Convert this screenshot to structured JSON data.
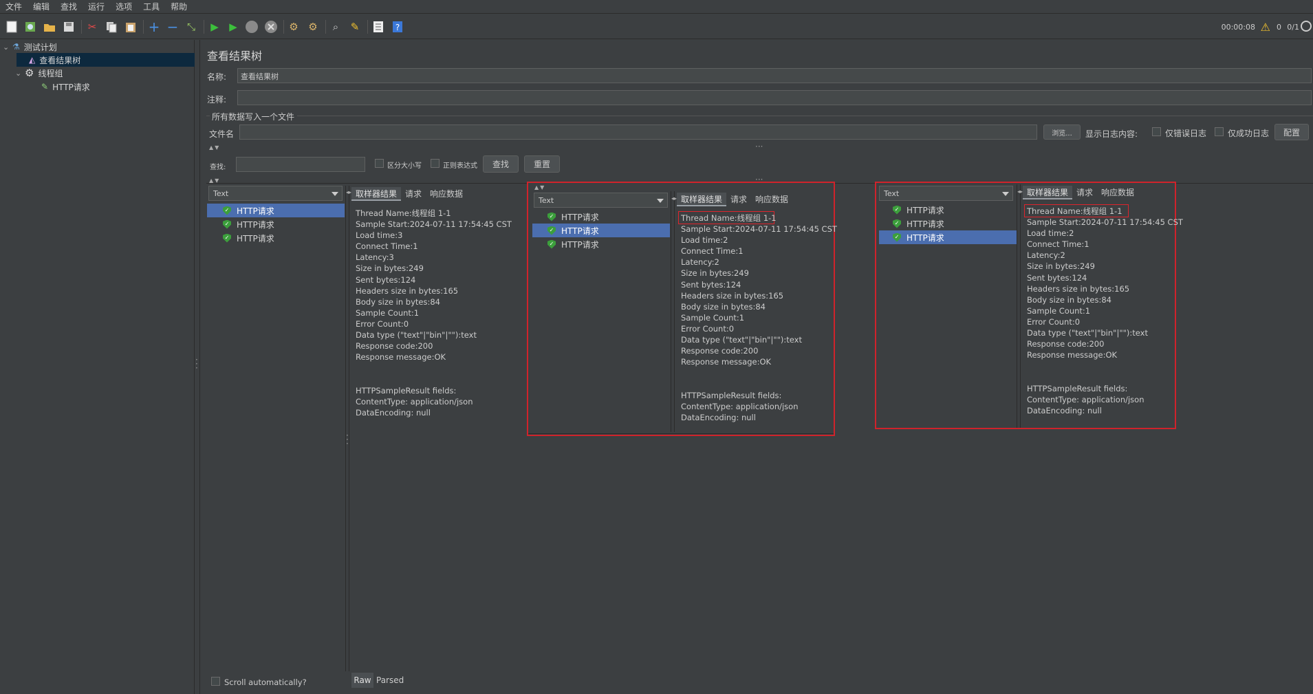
{
  "menu": [
    "文件",
    "编辑",
    "查找",
    "运行",
    "选项",
    "工具",
    "帮助"
  ],
  "toolbar": {
    "icons": [
      "new-icon",
      "templates-icon",
      "open-icon",
      "save-icon",
      "save-as-icon",
      "cut-icon",
      "copy-icon",
      "paste-icon",
      "expand-icon",
      "collapse-icon",
      "toggle-icon",
      "start-icon",
      "start-no-pause-icon",
      "stop-icon",
      "shutdown-icon",
      "clear-icon",
      "clear-all-icon",
      "search-icon",
      "reset-search-icon",
      "function-helper-icon",
      "help-icon"
    ],
    "timer": "00:00:08",
    "error_count": "0",
    "threads": "0/1"
  },
  "tree": {
    "items": [
      {
        "label": "测试计划",
        "icon": "flask-icon"
      },
      {
        "label": "查看结果树",
        "icon": "chart-icon"
      },
      {
        "label": "线程组",
        "icon": "gear-icon"
      },
      {
        "label": "HTTP请求",
        "icon": "pipette-icon"
      }
    ]
  },
  "main": {
    "title": "查看结果树",
    "name_label": "名称:",
    "name_value": "查看结果树",
    "comment_label": "注释:",
    "comment_value": "",
    "file_section": "所有数据写入一个文件",
    "filename_label": "文件名",
    "filename_value": "",
    "browse": "浏览...",
    "log_display": "显示日志内容:",
    "errors_only": "仅错误日志",
    "success_only": "仅成功日志",
    "configure": "配置",
    "search_label": "查找:",
    "search_value": "",
    "case_sensitive": "区分大小写",
    "regex": "正则表达式",
    "find": "查找",
    "reset": "重置",
    "scroll_auto": "Scroll automatically?",
    "raw": "Raw",
    "parsed": "Parsed"
  },
  "panels": [
    {
      "renderer": "Text",
      "tabs": [
        "取样器结果",
        "请求",
        "响应数据"
      ],
      "items": [
        "HTTP请求",
        "HTTP请求",
        "HTTP请求"
      ],
      "selected": 0,
      "detail": [
        "Thread Name:线程组 1-1",
        "Sample Start:2024-07-11 17:54:45 CST",
        "Load time:3",
        "Connect Time:1",
        "Latency:3",
        "Size in bytes:249",
        "Sent bytes:124",
        "Headers size in bytes:165",
        "Body size in bytes:84",
        "Sample Count:1",
        "Error Count:0",
        "Data type (\"text\"|\"bin\"|\"\"):text",
        "Response code:200",
        "Response message:OK",
        "",
        "",
        "HTTPSampleResult fields:",
        "ContentType: application/json",
        "DataEncoding: null"
      ]
    },
    {
      "renderer": "Text",
      "tabs": [
        "取样器结果",
        "请求",
        "响应数据"
      ],
      "items": [
        "HTTP请求",
        "HTTP请求",
        "HTTP请求"
      ],
      "selected": 1,
      "detail": [
        "Thread Name:线程组 1-1",
        "Sample Start:2024-07-11 17:54:45 CST",
        "Load time:2",
        "Connect Time:1",
        "Latency:2",
        "Size in bytes:249",
        "Sent bytes:124",
        "Headers size in bytes:165",
        "Body size in bytes:84",
        "Sample Count:1",
        "Error Count:0",
        "Data type (\"text\"|\"bin\"|\"\"):text",
        "Response code:200",
        "Response message:OK",
        "",
        "",
        "HTTPSampleResult fields:",
        "ContentType: application/json",
        "DataEncoding: null"
      ]
    },
    {
      "renderer": "Text",
      "tabs": [
        "取样器结果",
        "请求",
        "响应数据"
      ],
      "items": [
        "HTTP请求",
        "HTTP请求",
        "HTTP请求"
      ],
      "selected": 2,
      "detail": [
        "Thread Name:线程组 1-1",
        "Sample Start:2024-07-11 17:54:45 CST",
        "Load time:2",
        "Connect Time:1",
        "Latency:2",
        "Size in bytes:249",
        "Sent bytes:124",
        "Headers size in bytes:165",
        "Body size in bytes:84",
        "Sample Count:1",
        "Error Count:0",
        "Data type (\"text\"|\"bin\"|\"\"):text",
        "Response code:200",
        "Response message:OK",
        "",
        "",
        "HTTPSampleResult fields:",
        "ContentType: application/json",
        "DataEncoding: null"
      ]
    }
  ]
}
